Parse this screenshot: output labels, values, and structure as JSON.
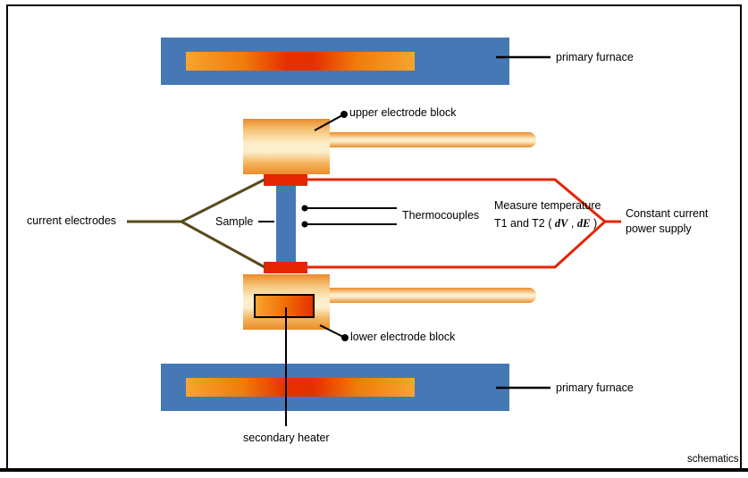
{
  "colors": {
    "furnace_blue": "#4678b6",
    "heat_orange": "#f7a52f",
    "heat_red": "#e63000",
    "electrode_block_orange": "#ec8c2a",
    "electrode_block_cream": "#fdeecb",
    "contact_red": "#e42500",
    "current_wire_olive": "#574a1a",
    "power_wire_red": "#e42500"
  },
  "labels": {
    "primary_furnace_top": "primary furnace",
    "primary_furnace_bottom": "primary furnace",
    "upper_electrode_block": "upper electrode block",
    "lower_electrode_block": "lower electrode block",
    "current_electrodes": "current electrodes",
    "sample": "Sample",
    "thermocouples": "Thermocouples",
    "measure_temperature": "Measure temperature",
    "t1_t2_prefix": "T1 and T2 ( ",
    "dv": "dV",
    "separator": " , ",
    "de": "dE",
    "close_paren": " )",
    "constant_current_power_supply": "Constant current power supply",
    "secondary_heater": "secondary heater",
    "schematics": "schematics"
  }
}
